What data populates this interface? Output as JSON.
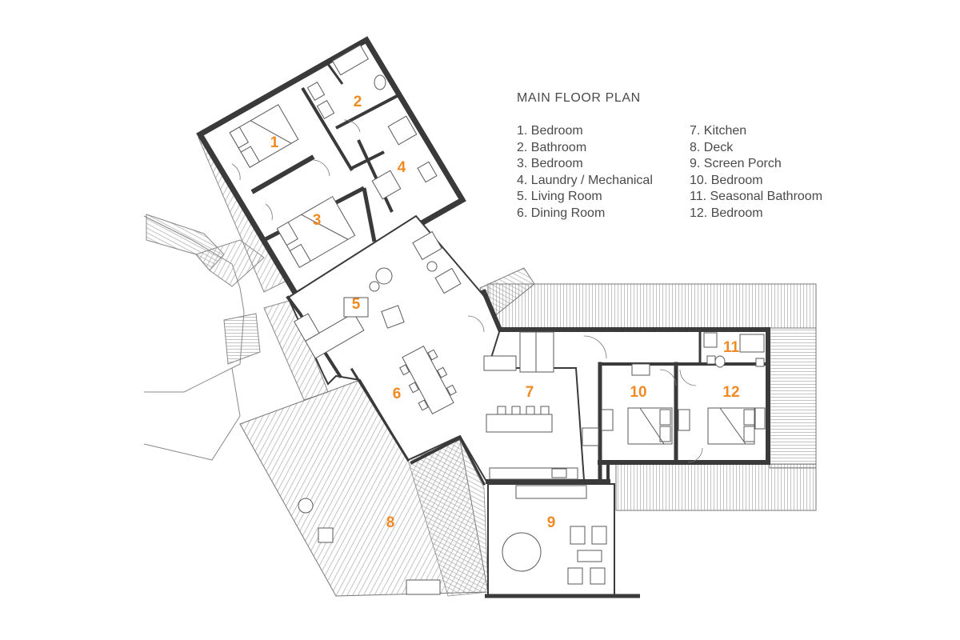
{
  "title": "MAIN FLOOR PLAN",
  "accent_color": "#f08a24",
  "wall_color": "#3a3a3a",
  "legend_left": [
    "1. Bedroom",
    "2. Bathroom",
    "3. Bedroom",
    "4. Laundry / Mechanical",
    "5. Living Room",
    "6. Dining Room"
  ],
  "legend_right": [
    "7. Kitchen",
    "8. Deck",
    "9. Screen Porch",
    "10. Bedroom",
    "11. Seasonal Bathroom",
    "12. Bedroom"
  ],
  "room_numbers": [
    "1",
    "2",
    "3",
    "4",
    "5",
    "6",
    "7",
    "8",
    "9",
    "10",
    "11",
    "12"
  ]
}
